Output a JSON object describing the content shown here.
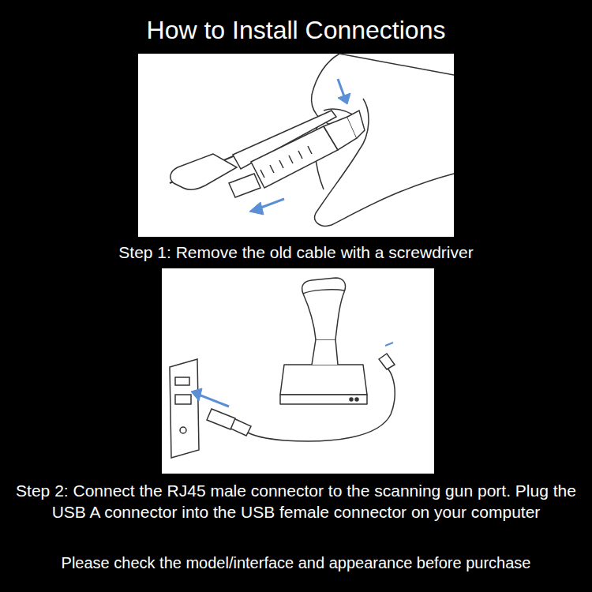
{
  "diagram": {
    "title": "How to Install Connections",
    "labels": [
      "Step 1: Remove the old cable with a screwdriver",
      "Step 2: Connect the RJ45 male connector to the scanning gun port. Plug the USB A connector into the USB female connector on your computer",
      "Please check the model/interface and appearance before purchase"
    ]
  }
}
